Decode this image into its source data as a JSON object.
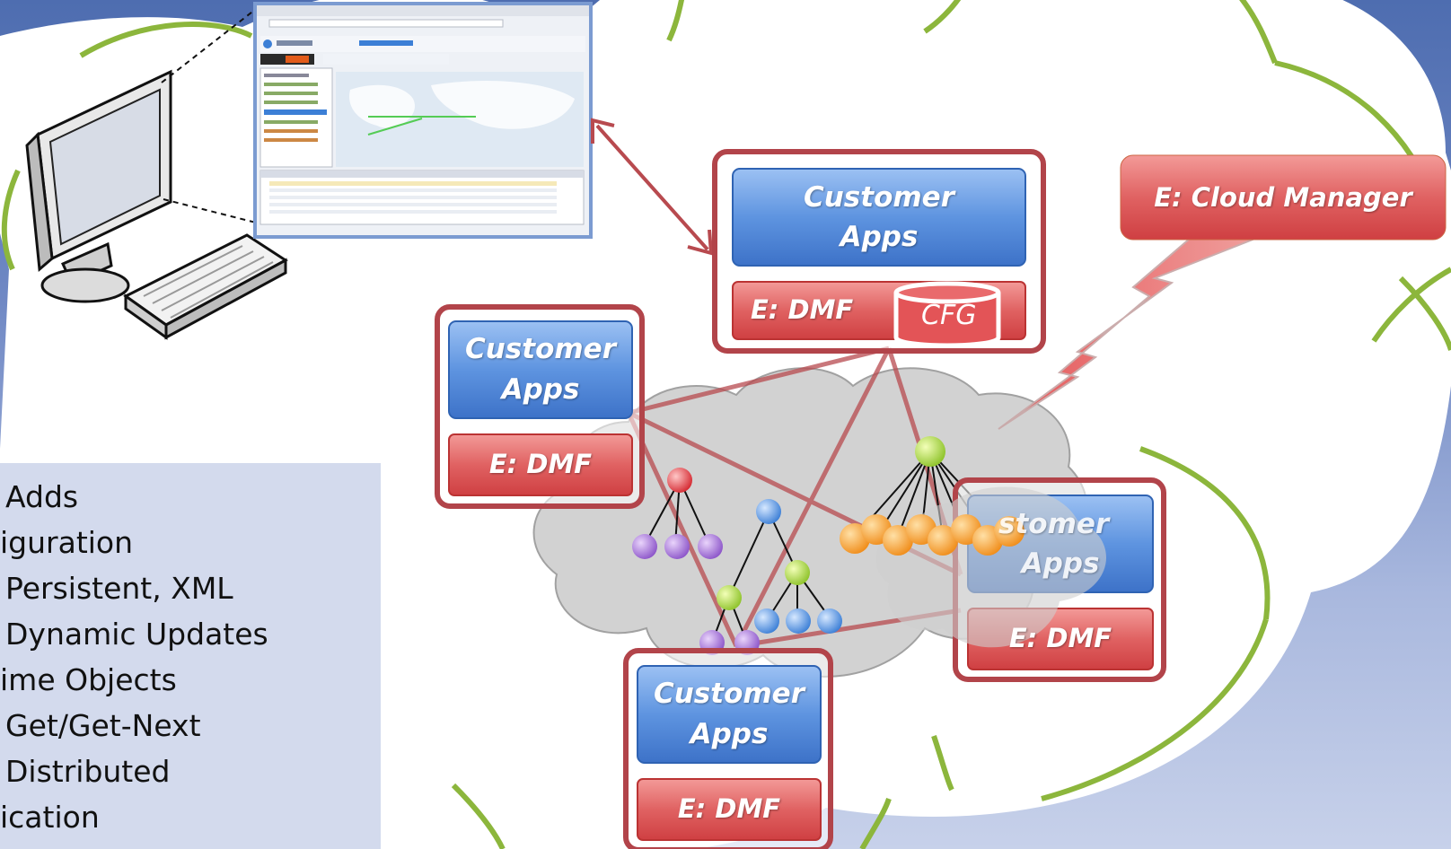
{
  "text_panel": {
    "lines": [
      "Adds",
      "iguration",
      "Persistent, XML",
      "Dynamic Updates",
      "ime Objects",
      "Get/Get-Next",
      "Distributed",
      "ication"
    ]
  },
  "nodes": {
    "top": {
      "apps_line1": "Customer",
      "apps_line2": "Apps",
      "dmf": "E: DMF",
      "cfg": "CFG"
    },
    "left": {
      "apps_line1": "Customer",
      "apps_line2": "Apps",
      "dmf": "E: DMF"
    },
    "right": {
      "apps_line1": "stomer",
      "apps_line2": "Apps",
      "dmf": "E: DMF"
    },
    "bottom": {
      "apps_line1": "Customer",
      "apps_line2": "Apps",
      "dmf": "E: DMF"
    }
  },
  "cloud_manager": {
    "label": "E: Cloud Manager"
  },
  "colors": {
    "apps_blue": "#4a82d6",
    "dmf_red": "#d9494a",
    "frame_red": "#b2444a",
    "cloud_green": "#8cb63c",
    "link_red": "#b84a4f"
  }
}
